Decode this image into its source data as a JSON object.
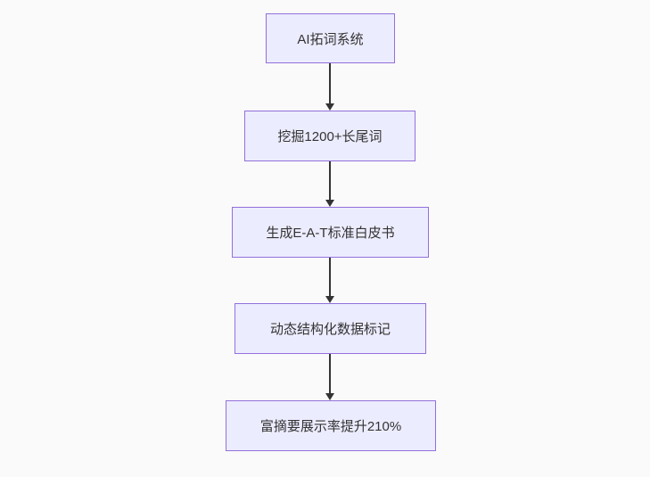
{
  "diagram": {
    "type": "flowchart",
    "direction": "top-down",
    "nodes": [
      {
        "id": "n1",
        "label": "AI拓词系统"
      },
      {
        "id": "n2",
        "label": "挖掘1200+长尾词"
      },
      {
        "id": "n3",
        "label": "生成E-A-T标准白皮书"
      },
      {
        "id": "n4",
        "label": "动态结构化数据标记"
      },
      {
        "id": "n5",
        "label": "富摘要展示率提升210%"
      }
    ],
    "edges": [
      {
        "from": "n1",
        "to": "n2",
        "style": "arrow"
      },
      {
        "from": "n2",
        "to": "n3",
        "style": "arrow"
      },
      {
        "from": "n3",
        "to": "n4",
        "style": "arrow"
      },
      {
        "from": "n4",
        "to": "n5",
        "style": "arrow"
      }
    ],
    "colors": {
      "node_fill": "#ECECFF",
      "node_border": "#9370DB",
      "text": "#333333",
      "arrow": "#333333",
      "background": "#FAFAFA"
    }
  }
}
